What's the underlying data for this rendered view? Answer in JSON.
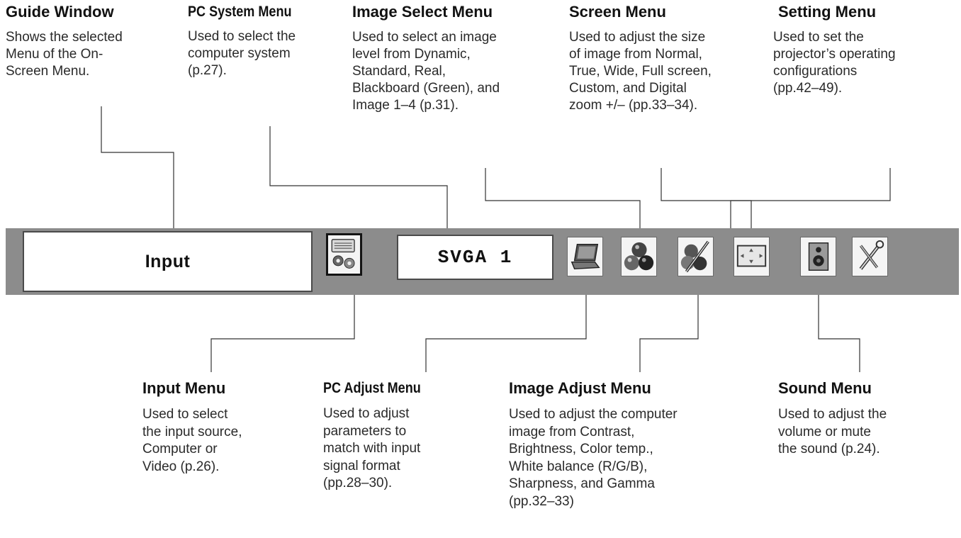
{
  "menu_bar": {
    "guide_window_text": "Input",
    "pc_system_text": "SVGA 1",
    "icons": [
      "input-icon",
      "pc-adjust-icon",
      "image-select-icon",
      "image-adjust-icon",
      "screen-icon",
      "sound-icon",
      "setting-icon"
    ]
  },
  "callouts": {
    "guide_window": {
      "title": "Guide Window",
      "description": "Shows the selected\nMenu of the On-\nScreen Menu."
    },
    "pc_system_menu": {
      "title": "PC System Menu",
      "description": "Used to select the\ncomputer system\n(p.27)."
    },
    "image_select_menu": {
      "title": "Image Select Menu",
      "description": "Used to select an image\nlevel from Dynamic,\nStandard, Real,\nBlackboard (Green), and\nImage 1–4 (p.31)."
    },
    "screen_menu": {
      "title": "Screen Menu",
      "description": "Used to adjust the size\nof image from Normal,\nTrue, Wide, Full screen,\nCustom, and Digital\nzoom +/– (pp.33–34)."
    },
    "setting_menu": {
      "title": "Setting Menu",
      "description": "Used to set the\nprojector’s operating\nconfigurations\n(pp.42–49)."
    },
    "input_menu": {
      "title": "Input Menu",
      "description": "Used to select\nthe input source,\nComputer or\nVideo (p.26)."
    },
    "pc_adjust_menu": {
      "title": "PC Adjust Menu",
      "description": "Used to adjust\nparameters to\nmatch with input\nsignal format\n(pp.28–30)."
    },
    "image_adjust_menu": {
      "title": "Image Adjust Menu",
      "description": "Used to adjust the computer\nimage from Contrast,\nBrightness, Color temp.,\nWhite balance (R/G/B),\nSharpness, and Gamma\n(pp.32–33)"
    },
    "sound_menu": {
      "title": "Sound Menu",
      "description": "Used to adjust the\nvolume or mute\nthe sound (p.24)."
    }
  },
  "colors": {
    "bar": "#8c8c8c",
    "box_fill": "#ffffff",
    "line": "#333333"
  }
}
